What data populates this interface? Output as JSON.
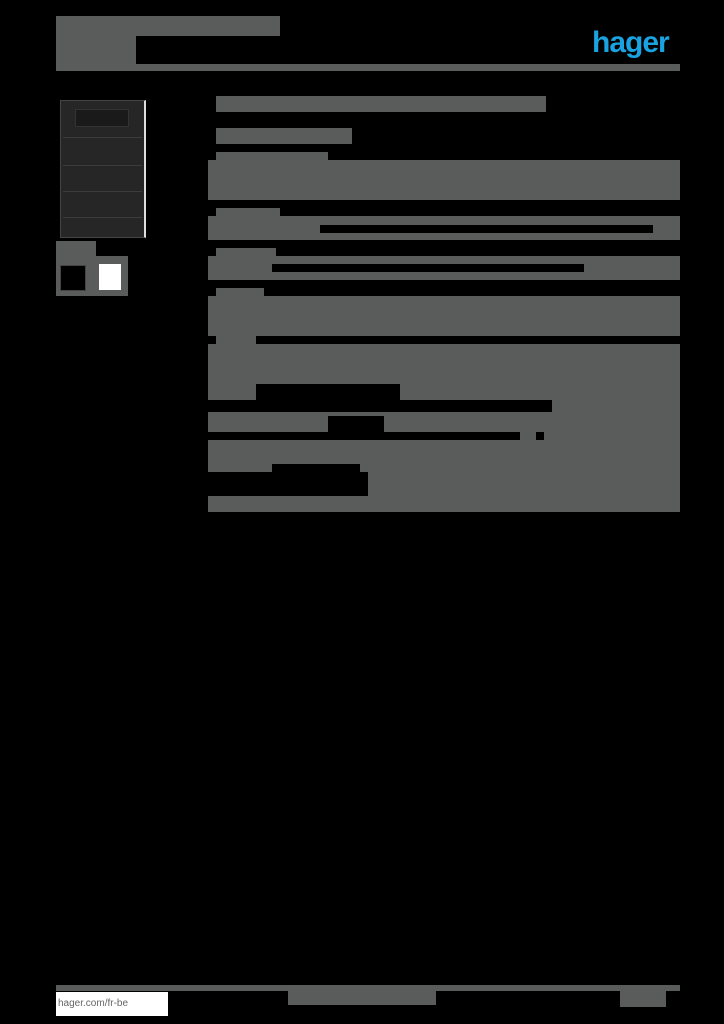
{
  "header": {
    "brand_logo": "hager",
    "brand_color": "#1aa3e0",
    "title": "",
    "subtitle": ""
  },
  "product_image": {
    "description": "black KNX push-button with display, 4 button rows"
  },
  "certifications": {
    "icons": [
      "ce-mark-icon",
      "weee-bin-icon"
    ]
  },
  "footer": {
    "link": "hager.com/fr-be"
  },
  "colors": {
    "text_block": "#5a5b5b",
    "background": "#000000"
  }
}
